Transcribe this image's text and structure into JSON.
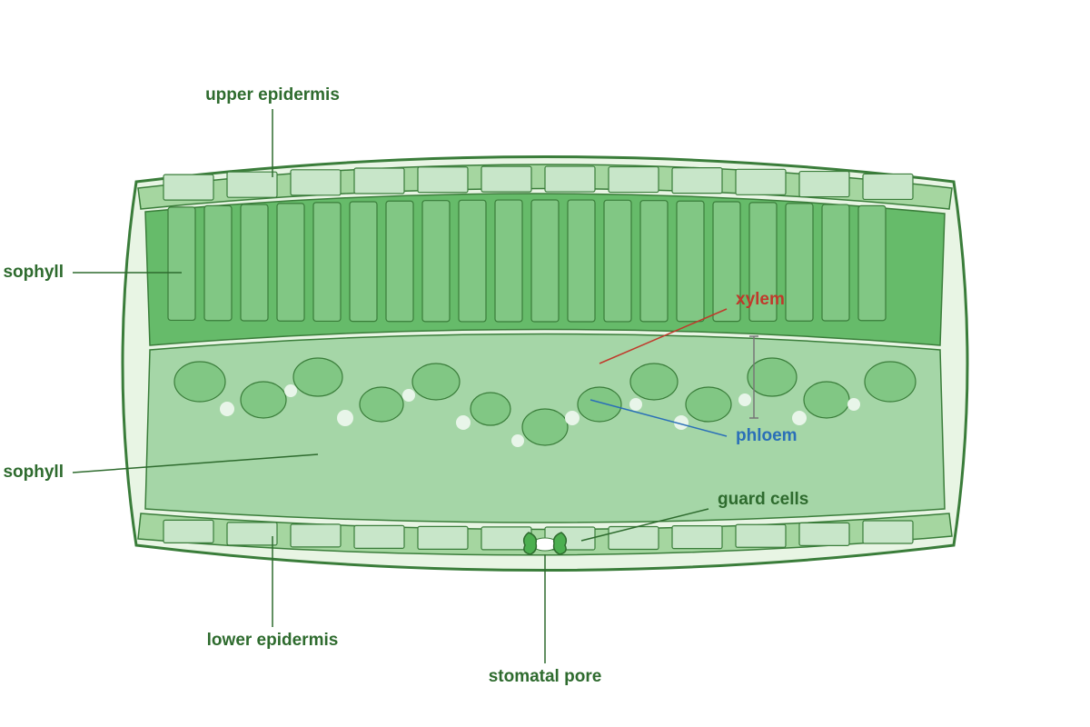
{
  "labels": {
    "upper_epidermis": "upper epidermis",
    "palisade_mesophyll": "sophyll",
    "spongy_mesophyll": "sophyll",
    "xylem": "xylem",
    "phloem": "phloem",
    "guard_cells": "guard cells",
    "lower_epidermis": "lower epidermis",
    "stomatal_pore": "stomatal pore"
  },
  "colors": {
    "outline": "#3a7d3a",
    "leaf_outer": "#e8f5e4",
    "epidermis_band": "#a5d6a0",
    "epidermis_cell": "#c8e6c9",
    "palisade_layer": "#66bb6a",
    "palisade_cell": "#81c784",
    "spongy_layer": "#a5d6a7",
    "spongy_cell": "#81c784",
    "air_space": "#e8f5e9",
    "xylem": "#c0392b",
    "phloem": "#2a6fb8",
    "label": "#2e6b2e"
  }
}
